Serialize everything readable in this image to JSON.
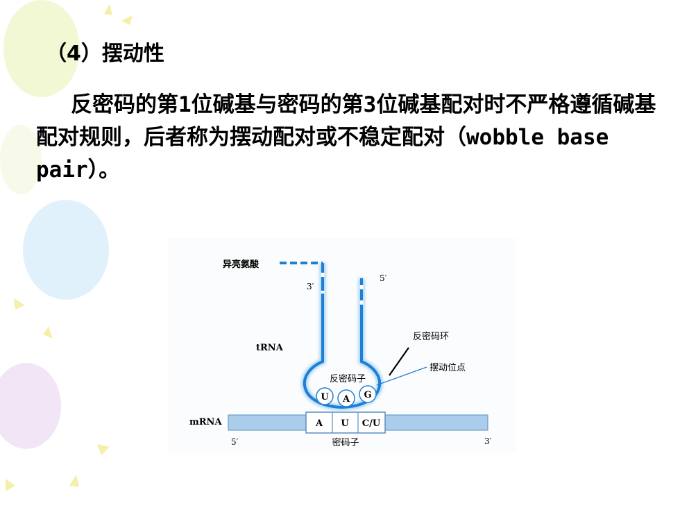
{
  "slide": {
    "heading": "（4）摆动性",
    "paragraph_lead": "反密码的第1位碱基与密码的第3位碱基配对时不严格遵循碱基配对规则，后者称为摆动配对或不稳定配对（wobble base pair）。"
  },
  "figure": {
    "amino_acid_label": "异亮氨酸",
    "trna_3prime": "3′",
    "trna_5prime": "5′",
    "trna_label": "tRNA",
    "anticodon_loop_label": "反密码环",
    "wobble_site_label": "摆动位点",
    "anticodon_label": "反密码子",
    "anticodon_bases": [
      "U",
      "A",
      "G"
    ],
    "mrna_label": "mRNA",
    "codon_bases": [
      "A",
      "U",
      "C/U"
    ],
    "mrna_5prime": "5′",
    "mrna_3prime": "3′",
    "codon_label": "密码子"
  },
  "colors": {
    "trna_blue": "#1e7fd6",
    "trna_glow": "#a9d4f3",
    "mrna_fill": "#a9cdea",
    "mrna_stroke": "#5a8fbf",
    "text": "#000000"
  }
}
